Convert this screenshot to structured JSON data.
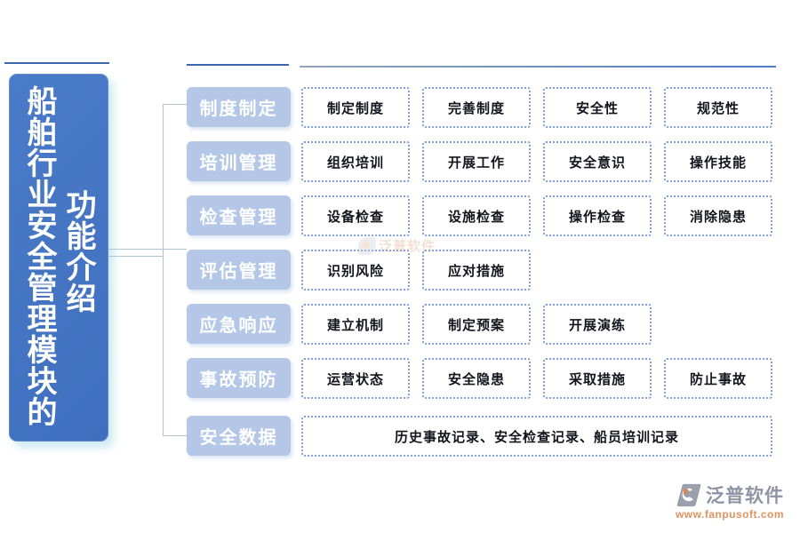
{
  "title": {
    "main": "船舶行业安全管理模块的",
    "sub": "功能介绍"
  },
  "rows": [
    {
      "label": "制度制定",
      "items": [
        "制定制度",
        "完善制度",
        "安全性",
        "规范性"
      ]
    },
    {
      "label": "培训管理",
      "items": [
        "组织培训",
        "开展工作",
        "安全意识",
        "操作技能"
      ]
    },
    {
      "label": "检查管理",
      "items": [
        "设备检查",
        "设施检查",
        "操作检查",
        "消除隐患"
      ]
    },
    {
      "label": "评估管理",
      "items": [
        "识别风险",
        "应对措施"
      ]
    },
    {
      "label": "应急响应",
      "items": [
        "建立机制",
        "制定预案",
        "开展演练"
      ]
    },
    {
      "label": "事故预防",
      "items": [
        "运营状态",
        "安全隐患",
        "采取措施",
        "防止事故"
      ]
    },
    {
      "label": "安全数据",
      "items": [
        "历史事故记录、安全检查记录、船员培训记录"
      ]
    }
  ],
  "watermark": {
    "text": "泛普软件"
  },
  "branding": {
    "logo_text": "泛普软件",
    "website": "www.fanpusoft.com"
  },
  "colors": {
    "root_fill": "#4472c4",
    "category_fill": "#b4c7e7",
    "detail_border": "#7f9fd6",
    "connector": "#afc3d2",
    "brand_gray": "#8e94a3",
    "brand_orange": "#df935f"
  }
}
